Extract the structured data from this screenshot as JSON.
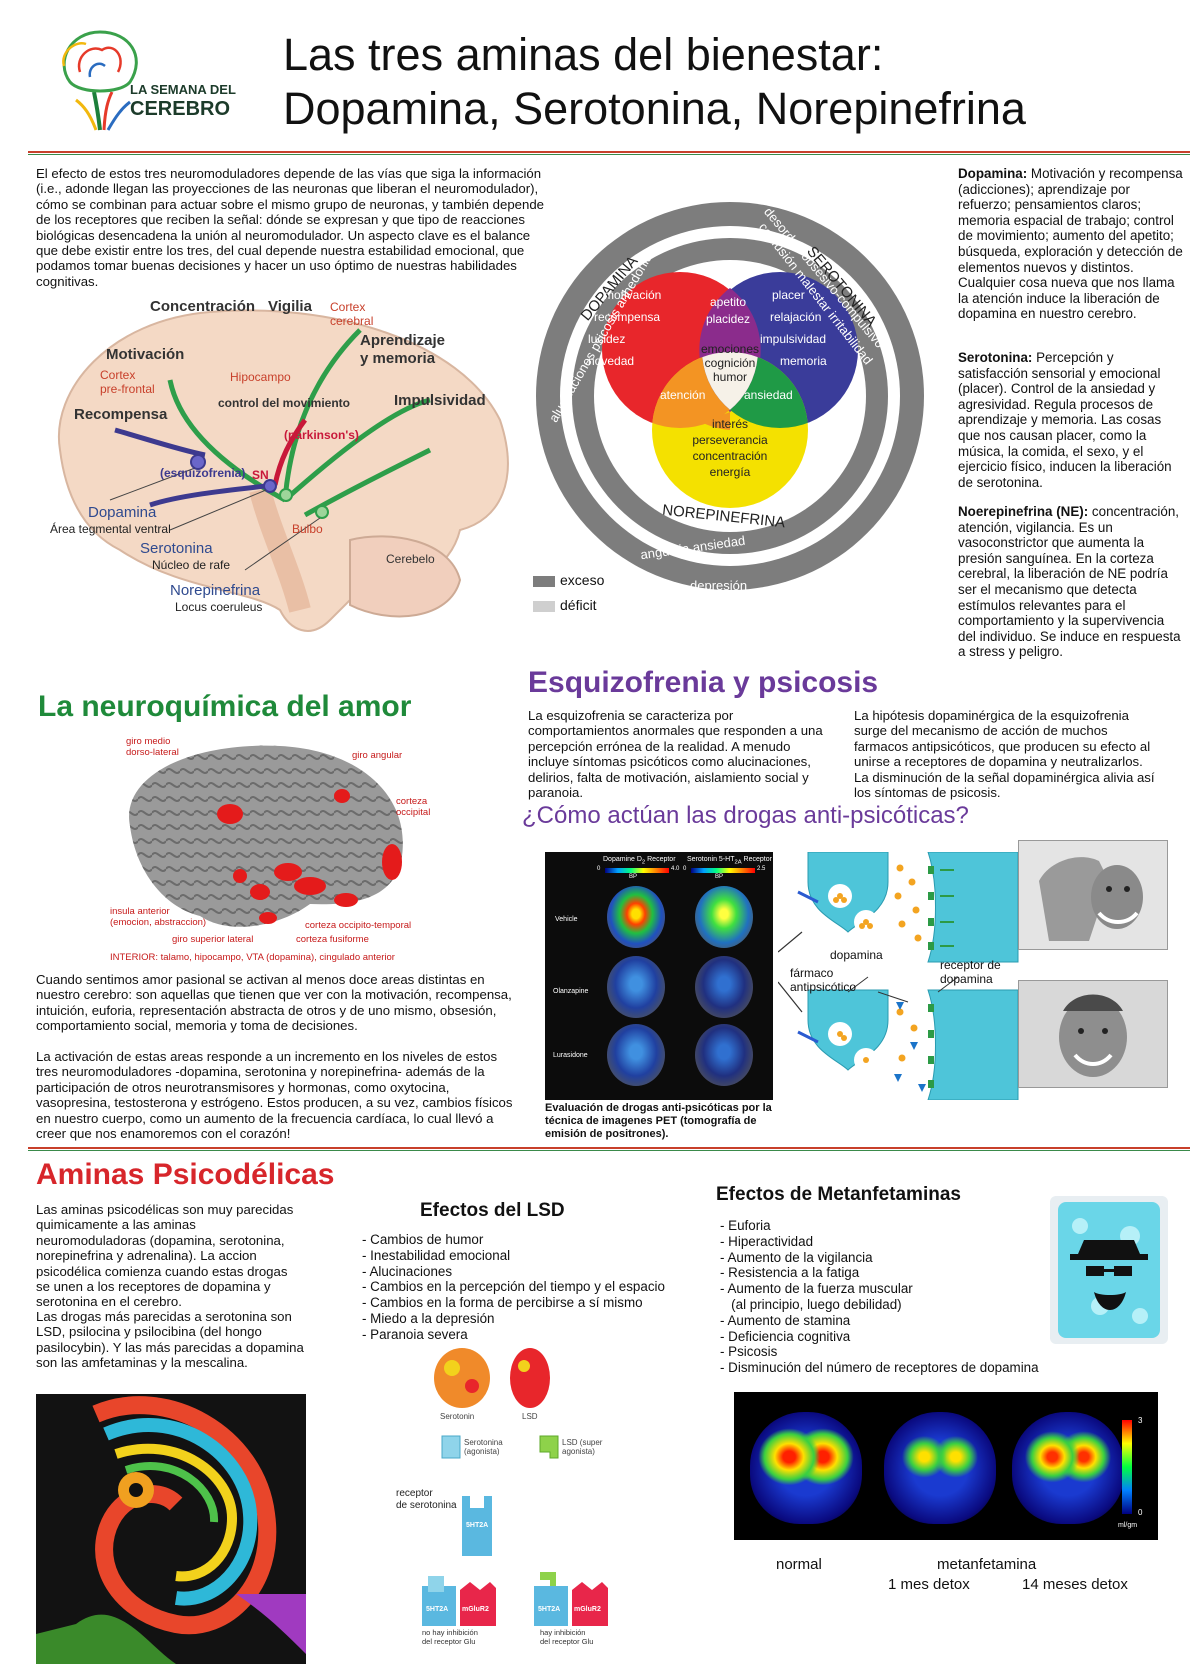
{
  "header": {
    "logo_line1": "LA SEMANA DEL",
    "logo_line2": "CEREBRO",
    "title_line1": "Las tres aminas del bienestar:",
    "title_line2": "Dopamina, Serotonina, Norepinefrina"
  },
  "intro": {
    "text": "El efecto de estos tres neuromoduladores depende de las vías que siga la información (i.e., adonde llegan las proyecciones de las neuronas que liberan el neuromodulador), cómo se combinan para actuar sobre el mismo grupo de neuronas, y también depende de los receptores que reciben la señal: dónde se expresan y que tipo de reacciones biológicas desencadena la unión al neuromodulador. Un aspecto clave es el balance que debe existir entre los tres, del cual depende nuestra estabilidad emocional, que podamos tomar buenas decisiones y hacer un uso óptimo de nuestras habilidades cognitivas."
  },
  "brain_map": {
    "concentracion": "Concentración",
    "vigilia": "Vigilia",
    "cortex_cerebral": "Cortex\ncerebral",
    "motivacion": "Motivación",
    "aprendizaje": "Aprendizaje\ny memoria",
    "cortex_prefrontal": "Cortex\npre-frontal",
    "hipocampo": "Hipocampo",
    "recompensa": "Recompensa",
    "control_movimiento": "control del movimiento",
    "impulsividad": "Impulsividad",
    "parkinsons": "(parkinson's)",
    "esquizofrenia": "(esquizofrenia)",
    "sn": "SN",
    "bulbo": "Bulbo",
    "cerebelo": "Cerebelo",
    "dopamina": "Dopamina",
    "dopamina_sub": "Área tegmental ventral",
    "serotonina": "Serotonina",
    "serotonina_sub": "Núcleo de rafe",
    "norepinefrina": "Norepinefrina",
    "norepinefrina_sub": "Locus coeruleus"
  },
  "venn": {
    "outer_left": "alucinaciones psicosis anhedonia",
    "outer_left2": "parkinson depresión",
    "outer_right": "desorden obsesivo-compulsivo",
    "outer_right2": "confusión malestar irritabilidad",
    "outer_bottom": "angustia ansiedad",
    "outer_bottom2": "depresión",
    "label_dopamina": "DOPAMINA",
    "label_serotonina": "SEROTONINA",
    "label_norepinefrina": "NOREPINEFRINA",
    "red_words": [
      "motivación",
      "recompensa",
      "lucidez",
      "novedad"
    ],
    "blue_words": [
      "placer",
      "relajación",
      "impulsividad",
      "memoria"
    ],
    "yellow_words": [
      "interés",
      "perseverancia",
      "concentración",
      "energía"
    ],
    "rb_words": [
      "apetito",
      "placidez"
    ],
    "center_words": [
      "emociones",
      "cognición",
      "humor"
    ],
    "ry_word": "atención",
    "by_word": "ansiedad",
    "legend_exceso": "exceso",
    "legend_deficit": "déficit",
    "colors": {
      "red": "#e8262b",
      "blue": "#3a3c9a",
      "yellow": "#f4e100",
      "purple": "#8b2c8c",
      "orange": "#f39423",
      "green": "#1f9a46",
      "ring": "#7d7d7d"
    }
  },
  "sidebar": {
    "dopamina_title": "Dopamina:",
    "dopamina_text": " Motivación y recompensa (adicciones); aprendizaje por refuerzo; pensamientos claros; memoria espacial de trabajo; control de movimiento; aumento del apetito; búsqueda, exploración y detección de elementos nuevos y distintos.  Cualquier cosa nueva que nos llama la atención induce la liberación de dopamina en nuestro cerebro.",
    "serotonina_title": "Serotonina:",
    "serotonina_text": " Percepción y satisfacción sensorial y emocional (placer). Control de la ansiedad y agresividad. Regula procesos de aprendizaje y memoria. Las cosas que nos causan placer, como la música, la comida, el sexo, y el ejercicio físico, inducen la liberación de serotonina.",
    "ne_title": "Noerepinefrina (NE):",
    "ne_text": " concentración, atención, vigilancia. Es un vasoconstrictor que aumenta la presión sanguínea. En la corteza cerebral, la liberación de NE podría ser el mecanismo que detecta estímulos relevantes para el comportamiento y la supervivencia del individuo. Se induce en respuesta a stress y peligro."
  },
  "amor": {
    "title": "La neuroquímica del amor",
    "labels": {
      "giro_medio": "giro medio\ndorso-lateral",
      "giro_angular": "giro angular",
      "corteza_occipital": "corteza\noccipital",
      "insula": "insula anterior\n(emocion, abstraccion)",
      "giro_superior": "giro superior lateral",
      "occipito": "corteza occipito-temporal",
      "fusiforme": "corteza fusiforme",
      "interior": "INTERIOR: talamo, hipocampo, VTA (dopamina), cingulado anterior"
    },
    "text1": "Cuando sentimos amor pasional se activan al menos doce areas distintas en nuestro cerebro: son aquellas que tienen que ver con la motivación, recompensa, intuición, euforia, representación abstracta de otros y de uno mismo, obsesión, comportamiento social, memoria y toma de decisiones.",
    "text2": "La activación de estas areas responde a un incremento en los niveles de estos tres neuromoduladores -dopamina, serotonina y norepinefrina- además de la participación de otros neurotransmisores y hormonas, como oxytocina, vasopresina, testosterona y estrógeno. Estos producen, a su vez, cambios físicos en nuestro cuerpo, como un aumento de la frecuencia cardíaca, lo cual llevó a creer que nos enamoremos con el corazón!"
  },
  "esquizo": {
    "title": "Esquizofrenia y psicosis",
    "col1": "La esquizofrenia se caracteriza por comportamientos anormales que responden a una percepción errónea de la realidad. A menudo incluye síntomas psicóticos como alucinaciones, delirios, falta de motivación, aislamiento social y paranoia.",
    "col2": "La hipótesis dopaminérgica de la esquizofrenia surge del mecanismo de acción de muchos farmacos antipsicóticos, que producen su efecto al unirse a receptores de dopamina y neutralizarlos. La disminución de la señal dopaminérgica alivia así los síntomas de psicosis.",
    "subtitle": "¿Cómo actúan las drogas anti-psicóticas?",
    "pet": {
      "h1": "Dopamine D",
      "h1sub": "2",
      "h1b": " Receptor",
      "h2": "Serotonin 5-HT",
      "h2sub": "2A",
      "h2b": " Receptor",
      "scale1_min": "0",
      "scale1_lbl": "BP",
      "scale1_max": "4.0",
      "scale2_min": "0",
      "scale2_max": "2.5",
      "rows": [
        "Vehicle",
        "Olanzapine",
        "Lurasidone"
      ]
    },
    "pet_caption": "Evaluación de drogas anti-psicóticas por la técnica de imagenes PET (tomografía de emisión de positrones).",
    "synapse": {
      "dopamina": "dopamina",
      "farmaco": "fármaco\nantipsicótico",
      "receptor": "receptor de\ndopamina"
    }
  },
  "psico": {
    "title": "Aminas Psicodélicas",
    "text1": "Las aminas psicodélicas son muy parecidas quimicamente a las aminas neuromoduladoras (dopamina, serotonina, norepinefrina y adrenalina). La accion psicodélica comienza cuando estas drogas se unen a los receptores de dopamina y serotonina en el cerebro.",
    "text2": "Las drogas más parecidas a serotonina son LSD, psilocina y psilocibina (del hongo pasilocybin). Y las más parecidas a dopamina son las amfetaminas y la mescalina.",
    "lsd_title": "Efectos del LSD",
    "lsd_items": [
      "- Cambios de humor",
      "- Inestabilidad emocional",
      "- Alucinaciones",
      "- Cambios en la percepción del tiempo y el espacio",
      "- Cambios en la forma de percibirse a sí mismo",
      "- Miedo a la depresión",
      "- Paranoia severa"
    ],
    "mol": {
      "serotonin": "Serotonin",
      "lsd": "LSD",
      "sero_ag": "Serotonina\n(agonista)",
      "lsd_ag": "LSD (super\nagonista)",
      "receptor": "receptor\nde serotonina",
      "r5ht": "5HT2A",
      "mglu": "mGluR2",
      "no_inh": "no hay inhibición\ndel receptor Glu",
      "inh": "hay inhibición\ndel receptor Glu"
    },
    "meta_title": "Efectos de Metanfetaminas",
    "meta_items": [
      "- Euforia",
      "- Hiperactividad",
      "- Aumento de la vigilancia",
      "- Resistencia a la fatiga",
      "- Aumento de la fuerza muscular",
      "   (al principio, luego debilidad)",
      "- Aumento de stamina",
      "- Deficiencia cognitiva",
      "- Psicosis",
      "- Disminución del número de receptores de dopamina"
    ],
    "scan": {
      "scale_max": "3",
      "scale_min": "0",
      "unit": "ml/gm",
      "normal": "normal",
      "meta": "metanfetamina",
      "m1": "1 mes detox",
      "m14": "14 meses detox"
    }
  }
}
